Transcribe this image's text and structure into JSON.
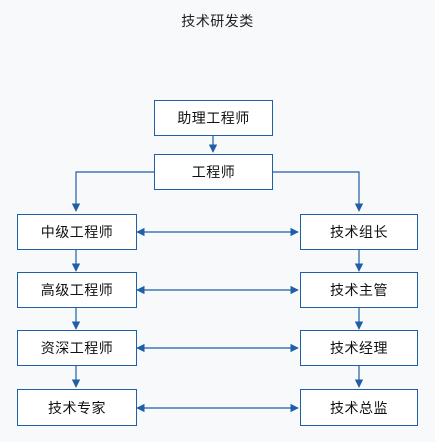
{
  "title": "技术研发类",
  "colors": {
    "line": "#1f5fa6",
    "box_border": "#1f5fa6",
    "background": "#f8f9fb"
  },
  "nodes": {
    "assistant_engineer": "助理工程师",
    "engineer": "工程师",
    "mid_engineer": "中级工程师",
    "senior_engineer": "高级工程师",
    "principal_engineer": "资深工程师",
    "tech_expert": "技术专家",
    "team_lead": "技术组长",
    "tech_supervisor": "技术主管",
    "tech_manager": "技术经理",
    "tech_director": "技术总监"
  }
}
